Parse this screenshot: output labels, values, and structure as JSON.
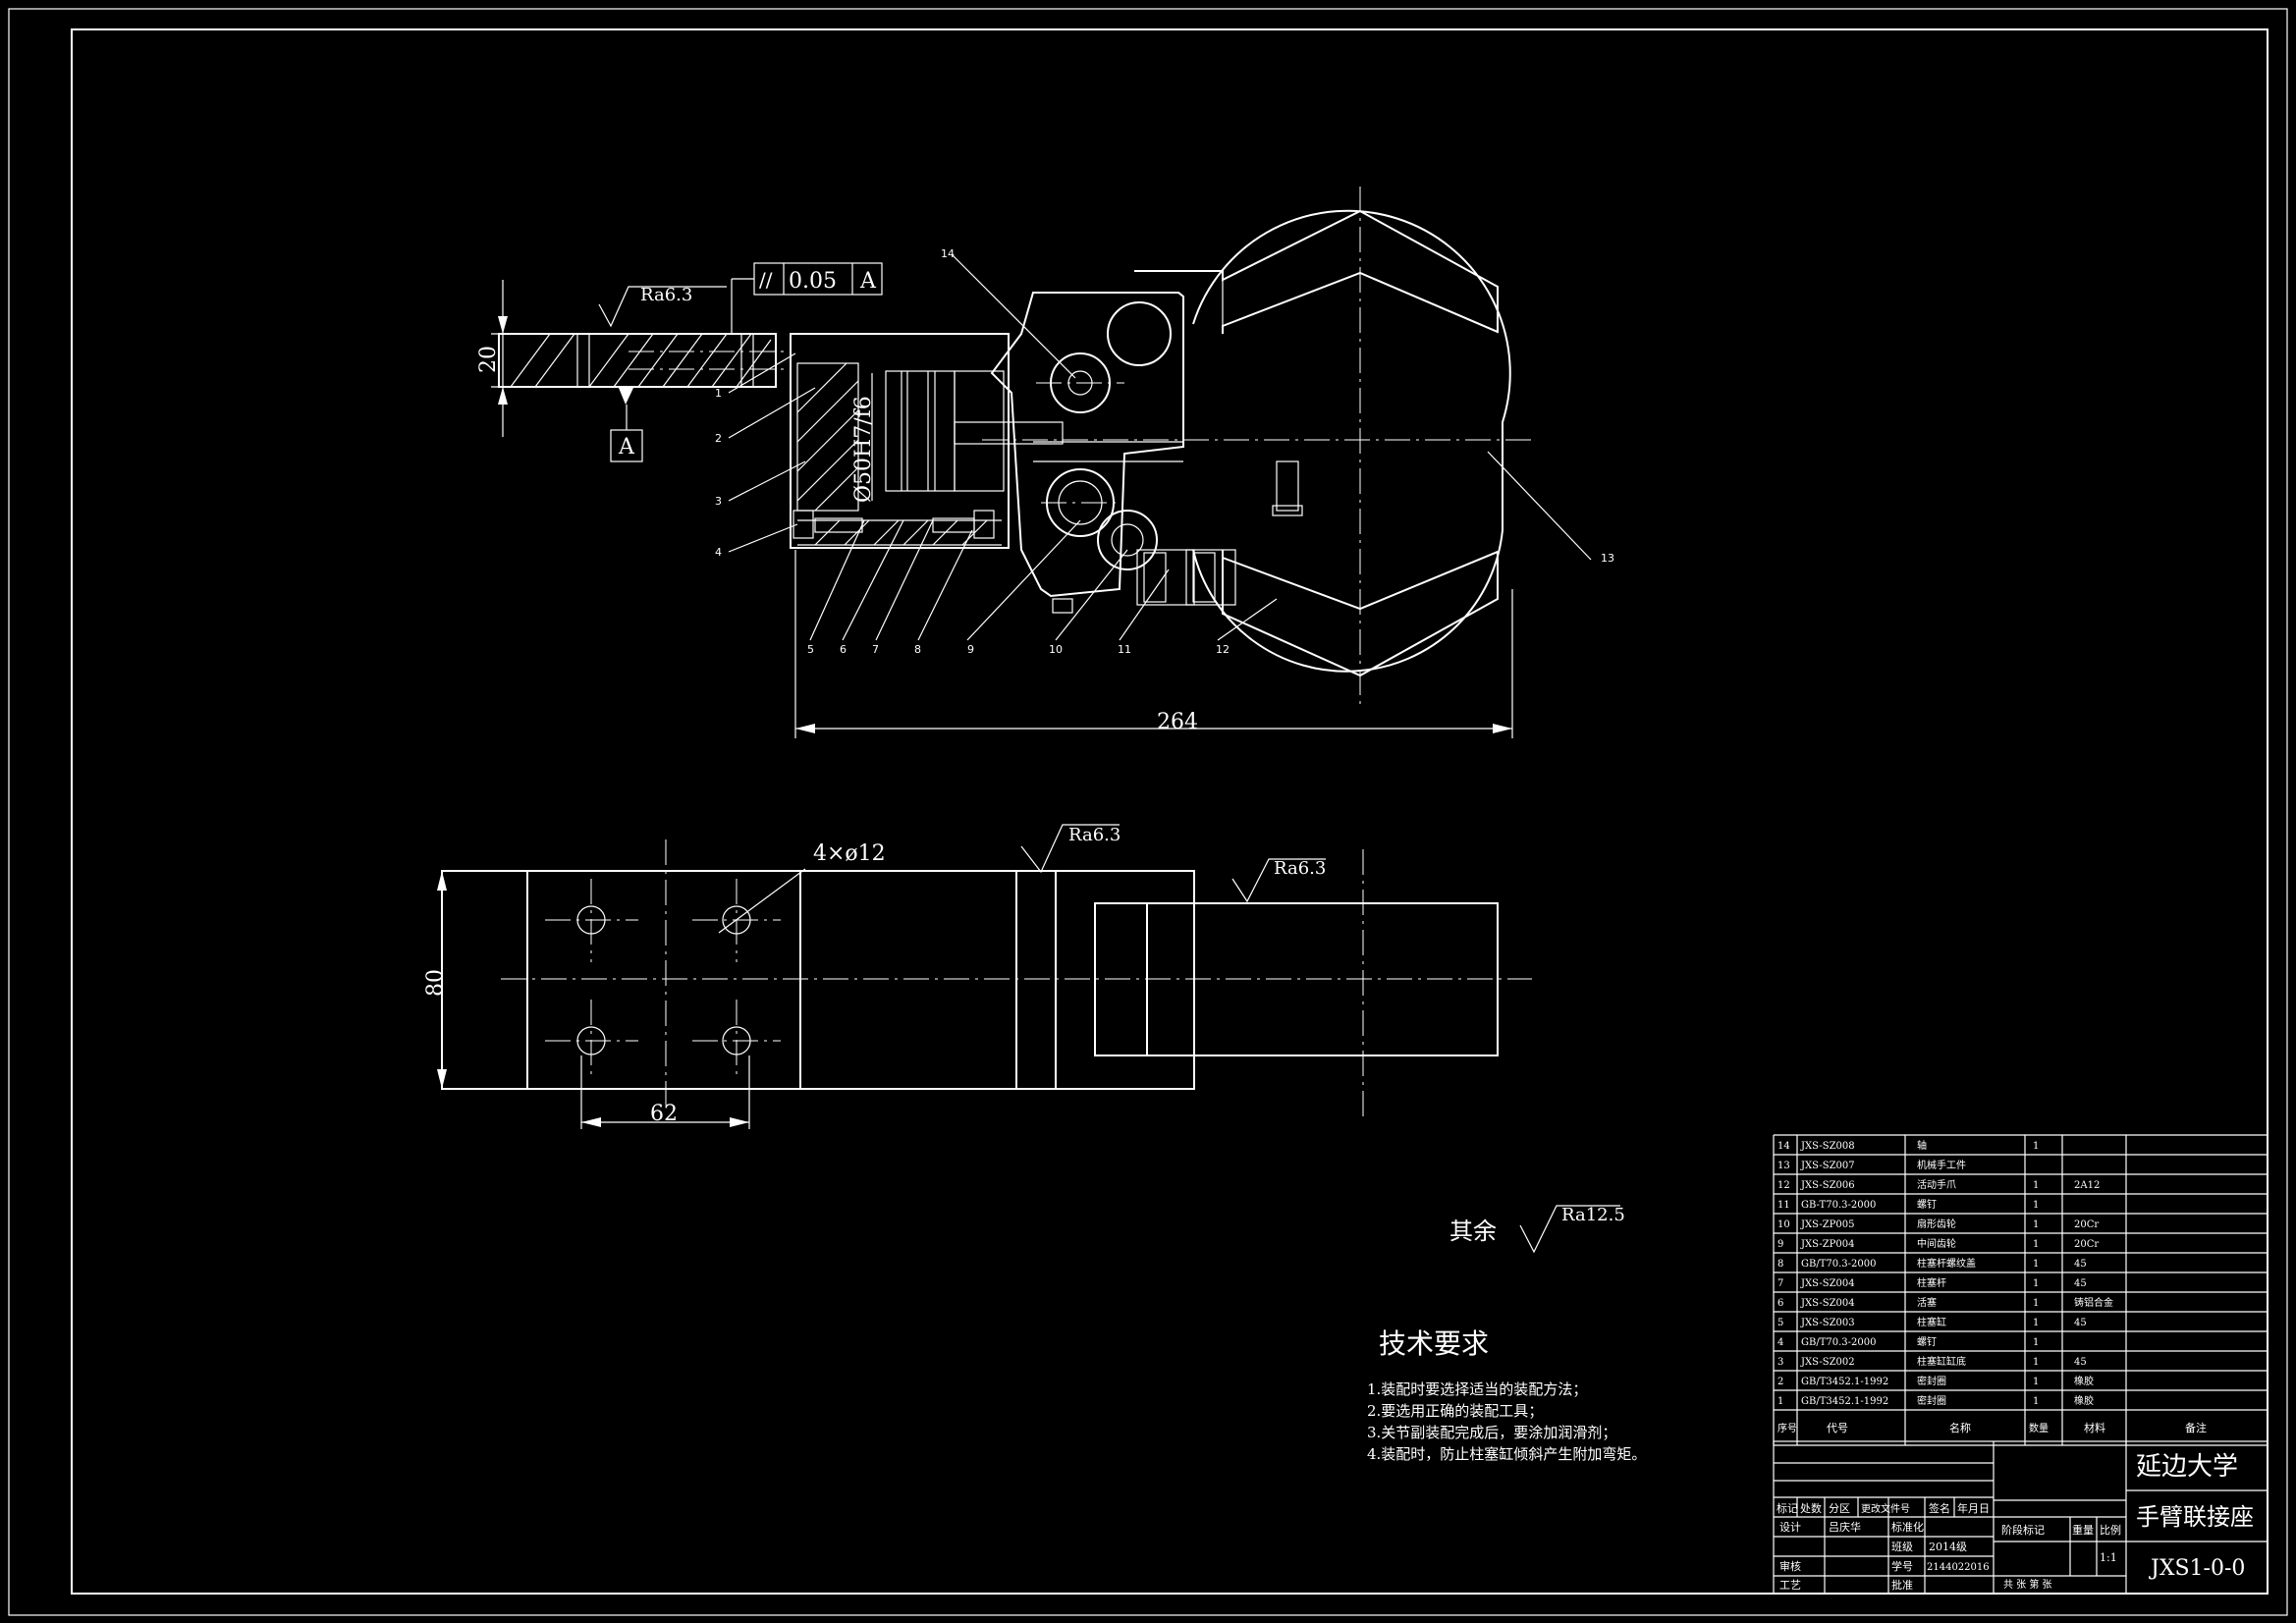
{
  "views": {
    "front": {
      "rough_top": "Ra6.3",
      "tolerance_symbol": "//",
      "tolerance_value": "0.05",
      "datum_ref": "A",
      "datum_label": "A",
      "dim_height": "20",
      "dim_fit": "Ø50H7/f6",
      "dim_length": "264",
      "balloons": [
        "1",
        "2",
        "3",
        "4",
        "5",
        "6",
        "7",
        "8",
        "9",
        "10",
        "11",
        "12",
        "13",
        "14"
      ]
    },
    "top": {
      "holes": "4×ø12",
      "rough_1": "Ra6.3",
      "rough_2": "Ra6.3",
      "dim_height": "80",
      "dim_width": "62"
    }
  },
  "rough_rest": {
    "label": "其余",
    "value": "Ra12.5"
  },
  "tech_requirements": {
    "title": "技术要求",
    "items": [
      "1.装配时要选择适当的装配方法；",
      "2.要选用正确的装配工具；",
      "3.关节副装配完成后，要涂加润滑剂；",
      "4.装配时，防止柱塞缸倾斜产生附加弯矩。"
    ]
  },
  "bom": {
    "headers": [
      "序号",
      "代号",
      "名称",
      "数量",
      "材料",
      "备注"
    ],
    "rows": [
      [
        "14",
        "JXS-SZ008",
        "轴",
        "1",
        "",
        ""
      ],
      [
        "13",
        "JXS-SZ007",
        "机械手工件",
        "",
        "",
        ""
      ],
      [
        "12",
        "JXS-SZ006",
        "活动手爪",
        "1",
        "2A12",
        ""
      ],
      [
        "11",
        "GB-T70.3-2000",
        "螺钉",
        "1",
        "",
        ""
      ],
      [
        "10",
        "JXS-ZP005",
        "扇形齿轮",
        "1",
        "20Cr",
        ""
      ],
      [
        "9",
        "JXS-ZP004",
        "中间齿轮",
        "1",
        "20Cr",
        ""
      ],
      [
        "8",
        "GB/T70.3-2000",
        "柱塞杆螺纹盖",
        "1",
        "45",
        ""
      ],
      [
        "7",
        "JXS-SZ004",
        "柱塞杆",
        "1",
        "45",
        ""
      ],
      [
        "6",
        "JXS-SZ004",
        "活塞",
        "1",
        "铸铝合金",
        ""
      ],
      [
        "5",
        "JXS-SZ003",
        "柱塞缸",
        "1",
        "45",
        ""
      ],
      [
        "4",
        "GB/T70.3-2000",
        "螺钉",
        "1",
        "",
        ""
      ],
      [
        "3",
        "JXS-SZ002",
        "柱塞缸缸底",
        "1",
        "45",
        ""
      ],
      [
        "2",
        "GB/T3452.1-1992",
        "密封圈",
        "1",
        "橡胶",
        ""
      ],
      [
        "1",
        "GB/T3452.1-1992",
        "密封圈",
        "1",
        "橡胶",
        ""
      ]
    ]
  },
  "title_block": {
    "university": "延边大学",
    "drawing_name": "手臂联接座",
    "drawing_number": "JXS1-0-0",
    "header_labels": [
      "标记",
      "处数",
      "分区",
      "更改文件号",
      "签名",
      "年月日"
    ],
    "design_label": "设计",
    "designer": "吕庆华",
    "standardization": "标准化",
    "review": "审核",
    "process": "工艺",
    "approve": "批准",
    "class_label": "班级",
    "class_value": "2014级",
    "id_label": "学号",
    "id_value": "2144022016",
    "stage_label": "阶段标记",
    "weight_label": "重量",
    "scale_label": "比例",
    "scale_value": "1:1",
    "sheet_text": "共 张  第  张"
  }
}
